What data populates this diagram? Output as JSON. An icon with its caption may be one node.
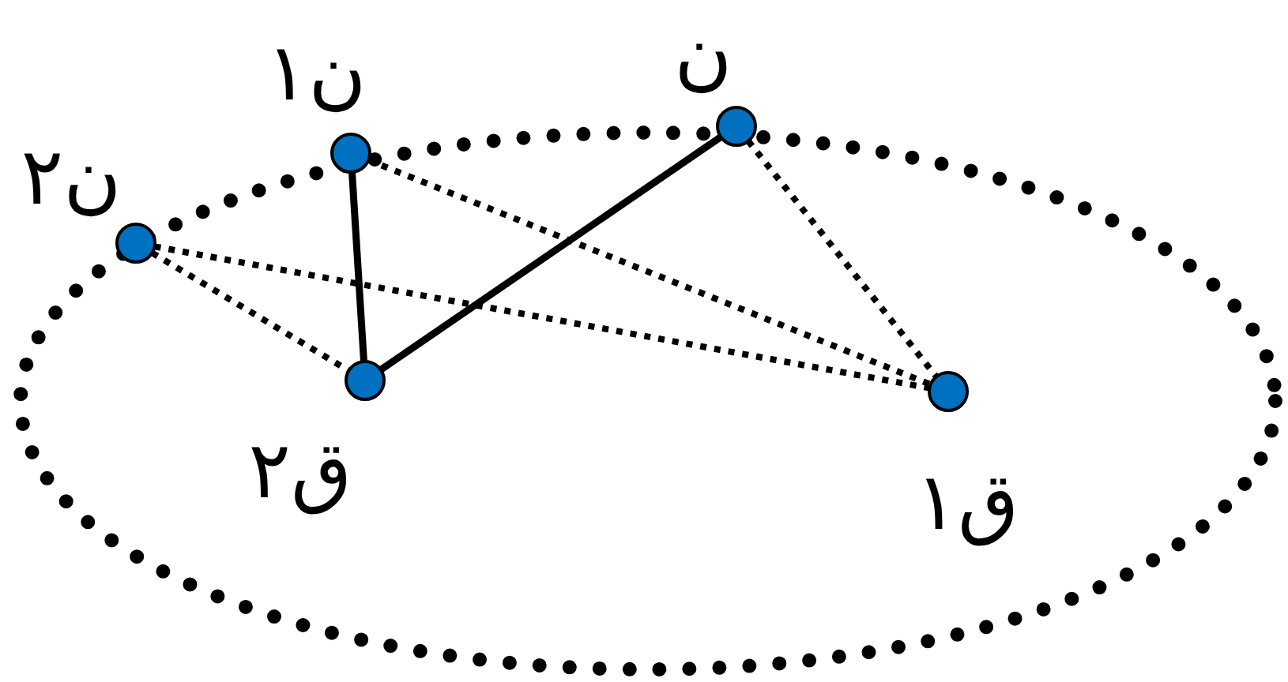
{
  "diagram": {
    "nodes": [
      {
        "text": [],
        "shape": "circle",
        "beside": [
          "ن"
        ]
      },
      {
        "text": [],
        "shape": "circle",
        "beside": [
          "ن۱"
        ]
      },
      {
        "text": [],
        "shape": "circle",
        "beside": [
          "ن۲"
        ]
      },
      {
        "text": [],
        "shape": "circle",
        "beside": [
          "ق۲"
        ]
      },
      {
        "text": [],
        "shape": "circle",
        "beside": [
          "ق۱"
        ]
      }
    ],
    "edges": [
      {
        "from": 1,
        "to": 3,
        "arrow": "none"
      },
      {
        "from": 3,
        "to": 0,
        "arrow": "none"
      },
      {
        "from": 0,
        "to": 4,
        "arrow": "none",
        "style": "dashed"
      },
      {
        "from": 1,
        "to": 4,
        "arrow": "none",
        "style": "dashed"
      },
      {
        "from": 2,
        "to": 4,
        "arrow": "none",
        "style": "dashed"
      },
      {
        "from": 2,
        "to": 3,
        "arrow": "none",
        "style": "dashed"
      }
    ]
  }
}
